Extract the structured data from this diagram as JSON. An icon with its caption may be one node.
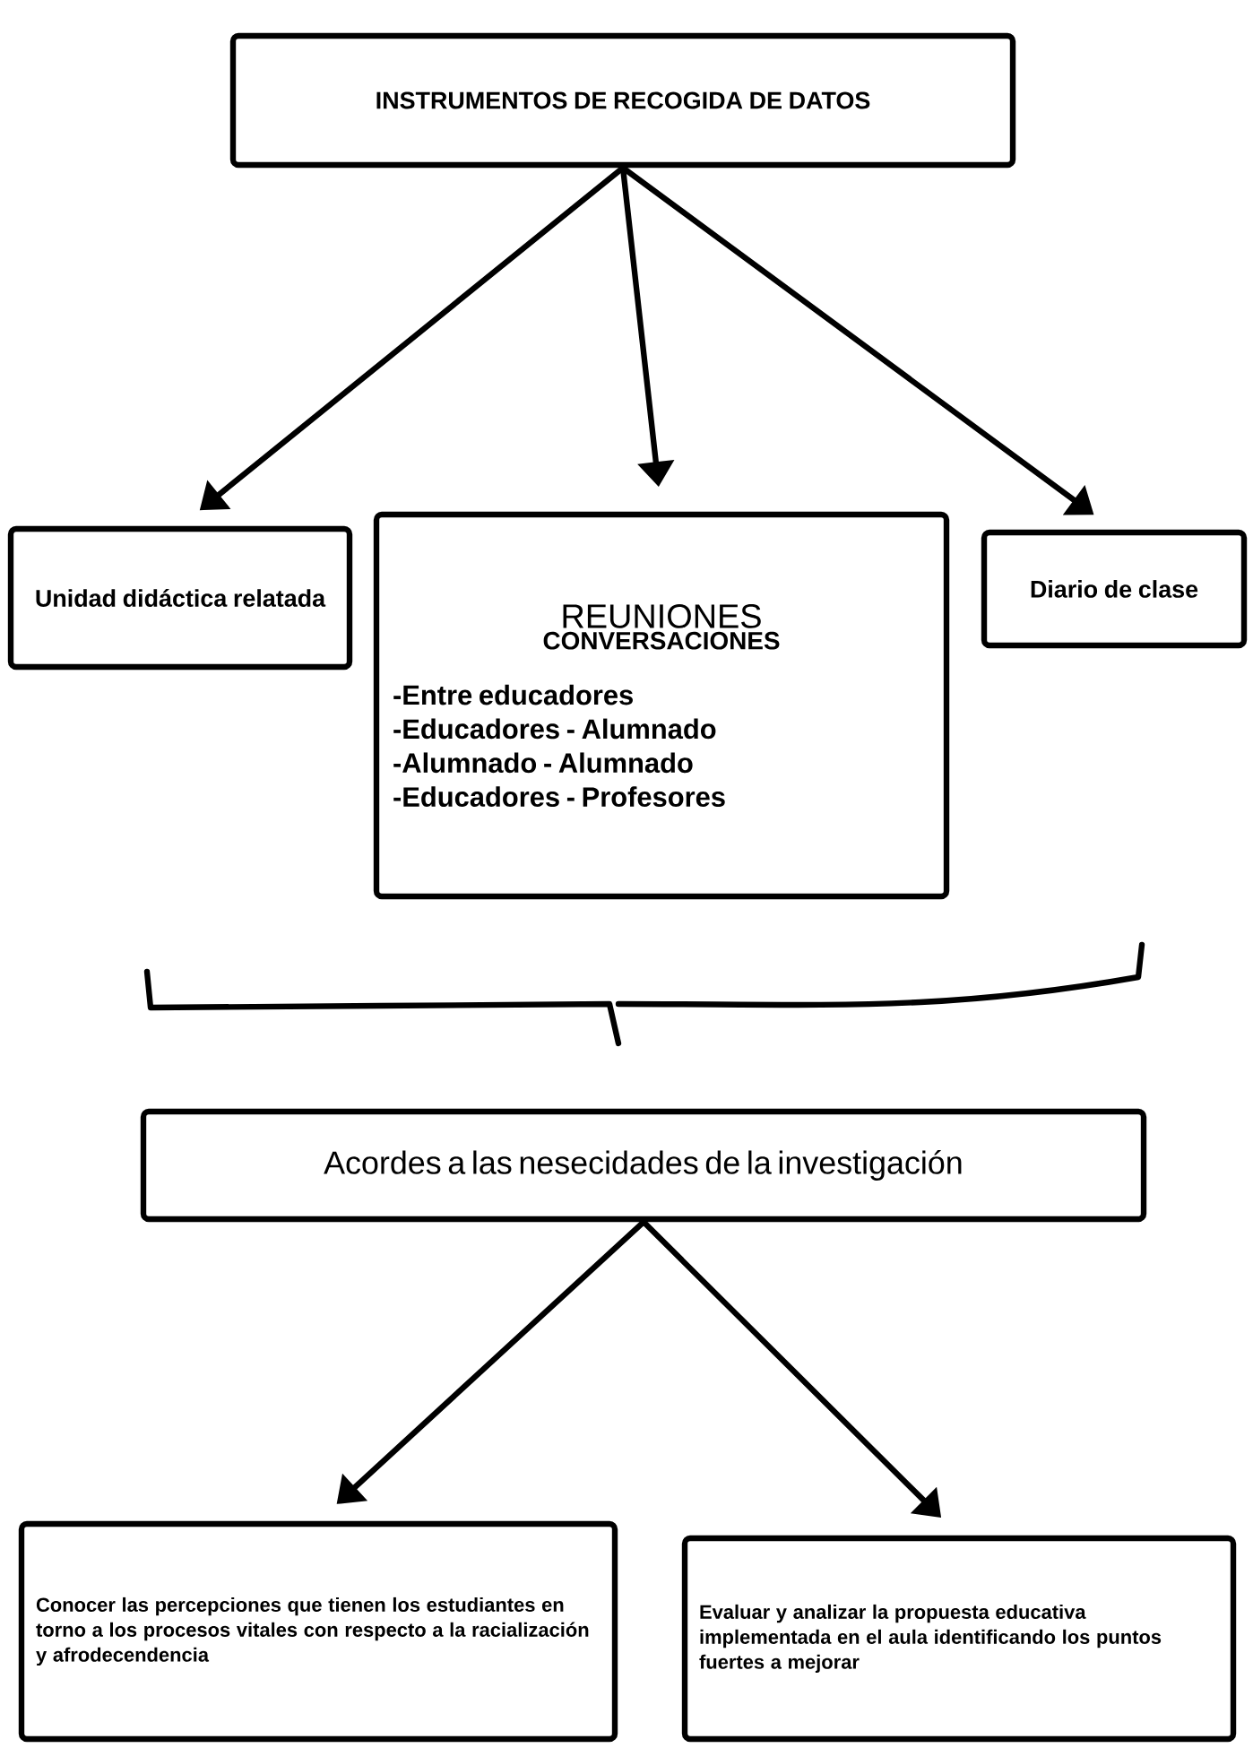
{
  "diagram": {
    "nodes": [
      {
        "text": [
          "INSTRUMENTOS DE RECOGIDA DE DATOS"
        ]
      },
      {
        "text": [
          "Unidad didáctica relatada"
        ]
      },
      {
        "text": [
          "REUNIONES",
          "CONVERSACIONES",
          "-Entre educadores",
          "-Educadores - Alumnado",
          "-Alumnado - Alumnado",
          "-Educadores - Profesores"
        ]
      },
      {
        "text": [
          "Diario de clase"
        ]
      },
      {
        "text": [
          "Acordes a las nesecidades de la investigación"
        ]
      },
      {
        "text": [
          "Conocer las percepciones que tienen los estudiantes en torno a los procesos vitales con respecto a la racialización y afrodecendencia"
        ]
      },
      {
        "text": [
          "Evaluar y analizar la propuesta educativa implementada en el aula identificando los puntos fuertes a mejorar"
        ]
      }
    ],
    "edges": [
      {
        "from": 0,
        "to": 1,
        "arrow": "to"
      },
      {
        "from": 0,
        "to": 2,
        "arrow": "to"
      },
      {
        "from": 0,
        "to": 3,
        "arrow": "to"
      },
      {
        "from": 4,
        "to": 5,
        "arrow": "to"
      },
      {
        "from": 4,
        "to": 6,
        "arrow": "to"
      }
    ]
  }
}
